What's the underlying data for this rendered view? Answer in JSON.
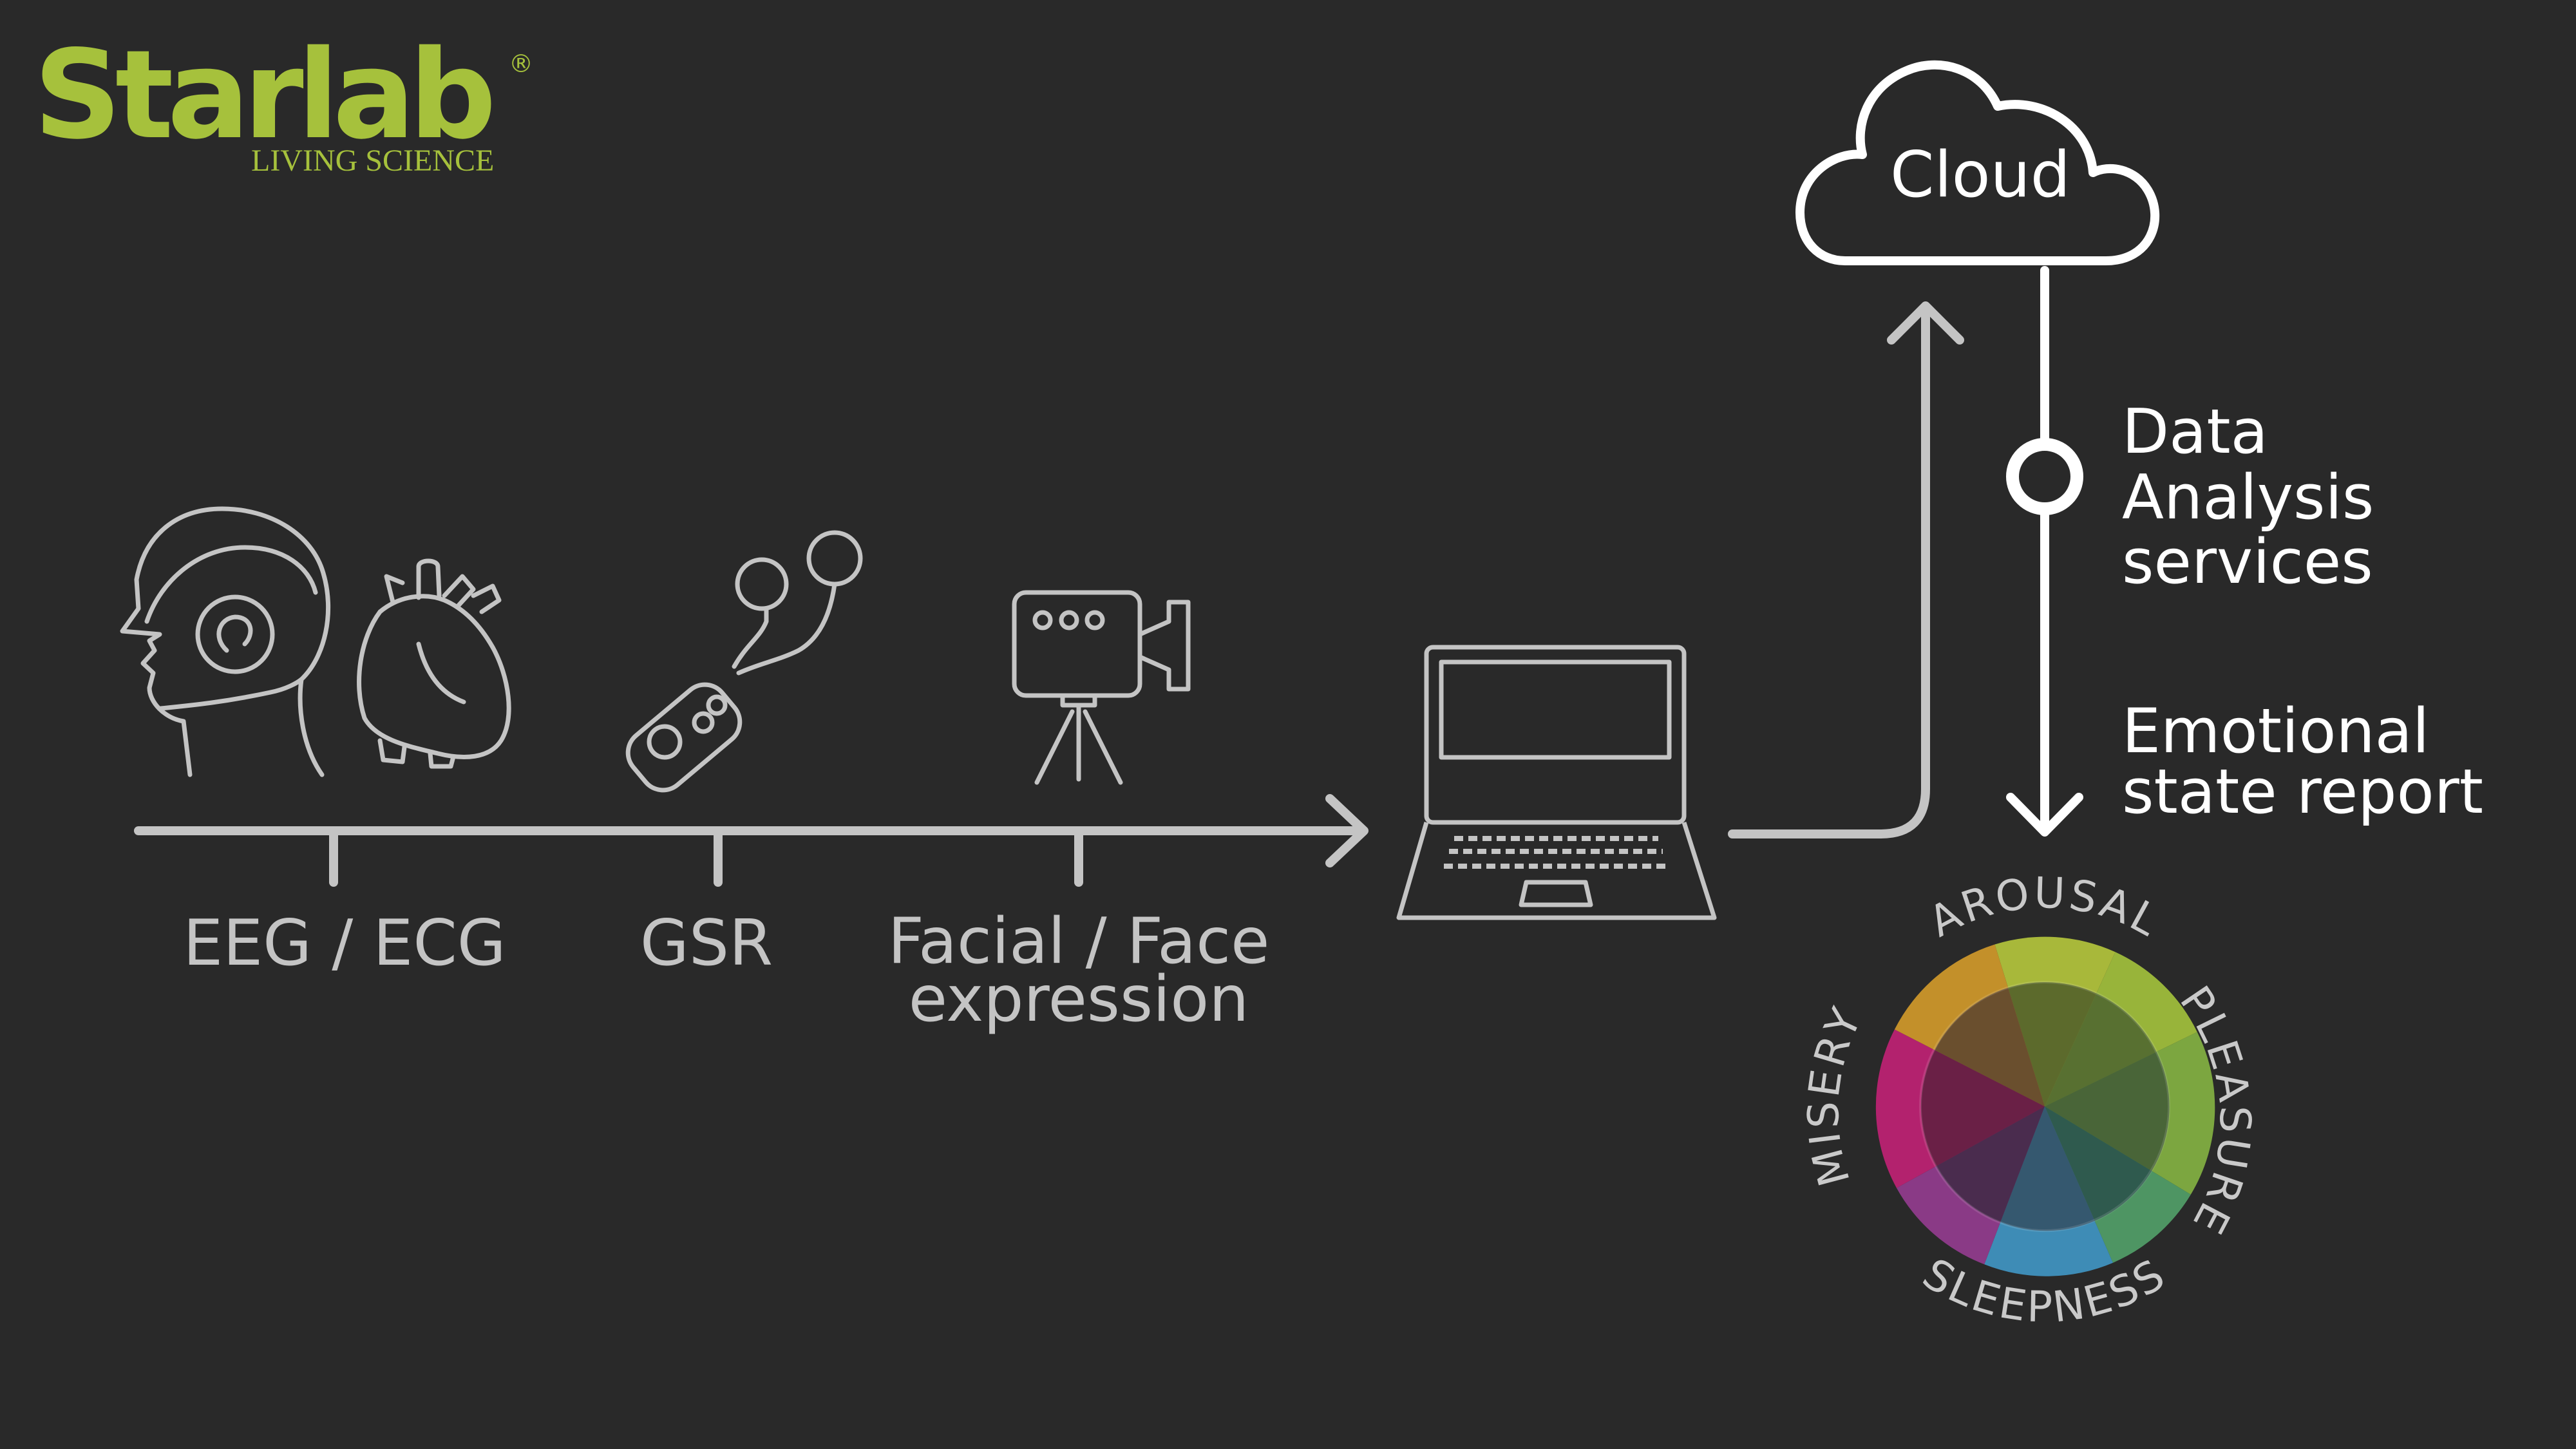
{
  "brand": {
    "name": "Starlab",
    "registered_mark": "®",
    "tagline": "LIVING SCIENCE"
  },
  "sensors": {
    "eeg_ecg": "EEG / ECG",
    "gsr": "GSR",
    "facial_line1": "Facial / Face",
    "facial_line2": "expression"
  },
  "cloud": {
    "label": "Cloud"
  },
  "services": {
    "line1": "Data",
    "line2": "Analysis",
    "line3": "services"
  },
  "report": {
    "line1": "Emotional",
    "line2": "state report"
  },
  "emotion_wheel": {
    "arousal": "AROUSAL",
    "pleasure": "PLEASURE",
    "sleepness": "SLEEPNESS",
    "misery": "MISERY"
  },
  "colors": {
    "background": "#292929",
    "brand_green": "#a6c13c",
    "line_grey": "#c4c4c4",
    "white": "#ffffff"
  },
  "icons": {
    "eeg": "head-with-eeg-cap-icon",
    "ecg": "heart-icon",
    "gsr": "gsr-sensor-icon",
    "camera": "video-camera-on-tripod-icon",
    "laptop": "laptop-icon",
    "cloud": "cloud-icon"
  }
}
